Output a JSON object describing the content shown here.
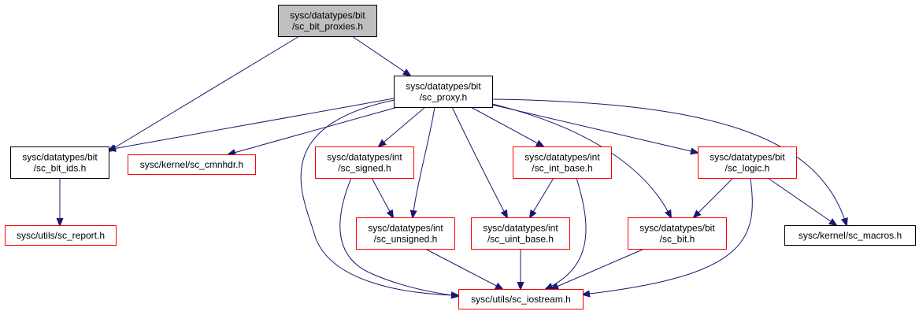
{
  "colors": {
    "edge": "#191970",
    "border_default": "#000000",
    "border_incomplete": "#ff0000",
    "fill_root": "#bfbfbf",
    "fill_default": "#ffffff"
  },
  "nodes": [
    {
      "id": "root",
      "lines": [
        "sysc/datatypes/bit",
        "/sc_bit_proxies.h"
      ],
      "kind": "root"
    },
    {
      "id": "proxy",
      "lines": [
        "sysc/datatypes/bit",
        "/sc_proxy.h"
      ],
      "kind": "normal"
    },
    {
      "id": "bitids",
      "lines": [
        "sysc/datatypes/bit",
        "/sc_bit_ids.h"
      ],
      "kind": "normal"
    },
    {
      "id": "cmnhdr",
      "lines": [
        "sysc/kernel/sc_cmnhdr.h"
      ],
      "kind": "incomplete"
    },
    {
      "id": "signed",
      "lines": [
        "sysc/datatypes/int",
        "/sc_signed.h"
      ],
      "kind": "incomplete"
    },
    {
      "id": "intbase",
      "lines": [
        "sysc/datatypes/int",
        "/sc_int_base.h"
      ],
      "kind": "incomplete"
    },
    {
      "id": "logic",
      "lines": [
        "sysc/datatypes/bit",
        "/sc_logic.h"
      ],
      "kind": "incomplete"
    },
    {
      "id": "report",
      "lines": [
        "sysc/utils/sc_report.h"
      ],
      "kind": "incomplete"
    },
    {
      "id": "unsigned",
      "lines": [
        "sysc/datatypes/int",
        "/sc_unsigned.h"
      ],
      "kind": "incomplete"
    },
    {
      "id": "uintbase",
      "lines": [
        "sysc/datatypes/int",
        "/sc_uint_base.h"
      ],
      "kind": "incomplete"
    },
    {
      "id": "bit",
      "lines": [
        "sysc/datatypes/bit",
        "/sc_bit.h"
      ],
      "kind": "incomplete"
    },
    {
      "id": "macros",
      "lines": [
        "sysc/kernel/sc_macros.h"
      ],
      "kind": "normal"
    },
    {
      "id": "iostream",
      "lines": [
        "sysc/utils/sc_iostream.h"
      ],
      "kind": "incomplete"
    }
  ],
  "edges": [
    {
      "from": "root",
      "to": "bitids"
    },
    {
      "from": "root",
      "to": "proxy"
    },
    {
      "from": "proxy",
      "to": "bitids"
    },
    {
      "from": "proxy",
      "to": "cmnhdr"
    },
    {
      "from": "proxy",
      "to": "signed"
    },
    {
      "from": "proxy",
      "to": "unsigned"
    },
    {
      "from": "proxy",
      "to": "uintbase"
    },
    {
      "from": "proxy",
      "to": "intbase"
    },
    {
      "from": "proxy",
      "to": "bit"
    },
    {
      "from": "proxy",
      "to": "logic"
    },
    {
      "from": "proxy",
      "to": "macros"
    },
    {
      "from": "proxy",
      "to": "iostream"
    },
    {
      "from": "bitids",
      "to": "report"
    },
    {
      "from": "signed",
      "to": "unsigned"
    },
    {
      "from": "signed",
      "to": "iostream"
    },
    {
      "from": "intbase",
      "to": "uintbase"
    },
    {
      "from": "intbase",
      "to": "iostream"
    },
    {
      "from": "logic",
      "to": "bit"
    },
    {
      "from": "logic",
      "to": "macros"
    },
    {
      "from": "logic",
      "to": "iostream"
    },
    {
      "from": "unsigned",
      "to": "iostream"
    },
    {
      "from": "uintbase",
      "to": "iostream"
    },
    {
      "from": "bit",
      "to": "iostream"
    }
  ]
}
